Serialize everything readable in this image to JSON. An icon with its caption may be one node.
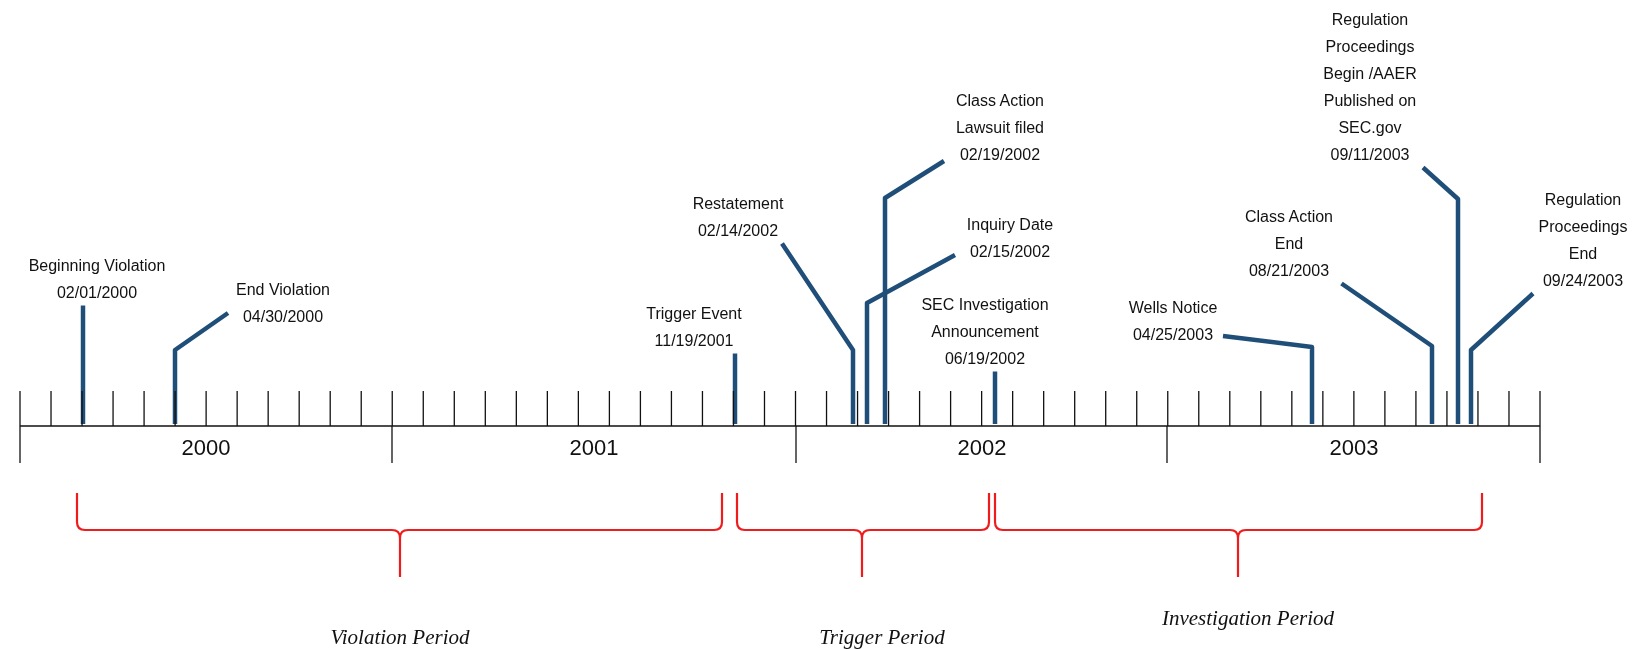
{
  "diagram": {
    "nodes": [
      {
        "text": [
          "Beginning Violation",
          "02/01/2000"
        ]
      },
      {
        "text": [
          "End Violation",
          "04/30/2000"
        ]
      },
      {
        "text": [
          "Trigger Event",
          "11/19/2001"
        ]
      },
      {
        "text": [
          "Restatement",
          "02/14/2002"
        ]
      },
      {
        "text": [
          "Class Action Lawsuit filed",
          "02/19/2002"
        ]
      },
      {
        "text": [
          "Inquiry Date",
          "02/15/2002"
        ]
      },
      {
        "text": [
          "SEC Investigation Announcement",
          "06/19/2002"
        ]
      },
      {
        "text": [
          "Wells Notice",
          "04/25/2003"
        ]
      },
      {
        "text": [
          "Class Action End",
          "08/21/2003"
        ]
      },
      {
        "text": [
          "Regulation Proceedings Begin /AAER Published on SEC.gov",
          "09/11/2003"
        ]
      },
      {
        "text": [
          "Regulation Proceedings End",
          "09/24/2003"
        ]
      },
      {
        "text": [],
        "shape": "bar"
      }
    ],
    "edges": [
      {
        "from": 0,
        "to": 11,
        "arrow": "none"
      },
      {
        "from": 1,
        "to": 11,
        "arrow": "none"
      },
      {
        "from": 2,
        "to": 11,
        "arrow": "none"
      },
      {
        "from": 3,
        "to": 11,
        "arrow": "none"
      },
      {
        "from": 4,
        "to": 11,
        "arrow": "none"
      },
      {
        "from": 5,
        "to": 11,
        "arrow": "none"
      },
      {
        "from": 6,
        "to": 11,
        "arrow": "none"
      },
      {
        "from": 7,
        "to": 11,
        "arrow": "none"
      },
      {
        "from": 8,
        "to": 11,
        "arrow": "none"
      },
      {
        "from": 9,
        "to": 11,
        "arrow": "none"
      },
      {
        "from": 10,
        "to": 11,
        "arrow": "none"
      }
    ],
    "labels": [
      "2000",
      "2001",
      "2002",
      "2003",
      "Violation Period",
      "Trigger Period",
      "Investigation Period"
    ]
  }
}
